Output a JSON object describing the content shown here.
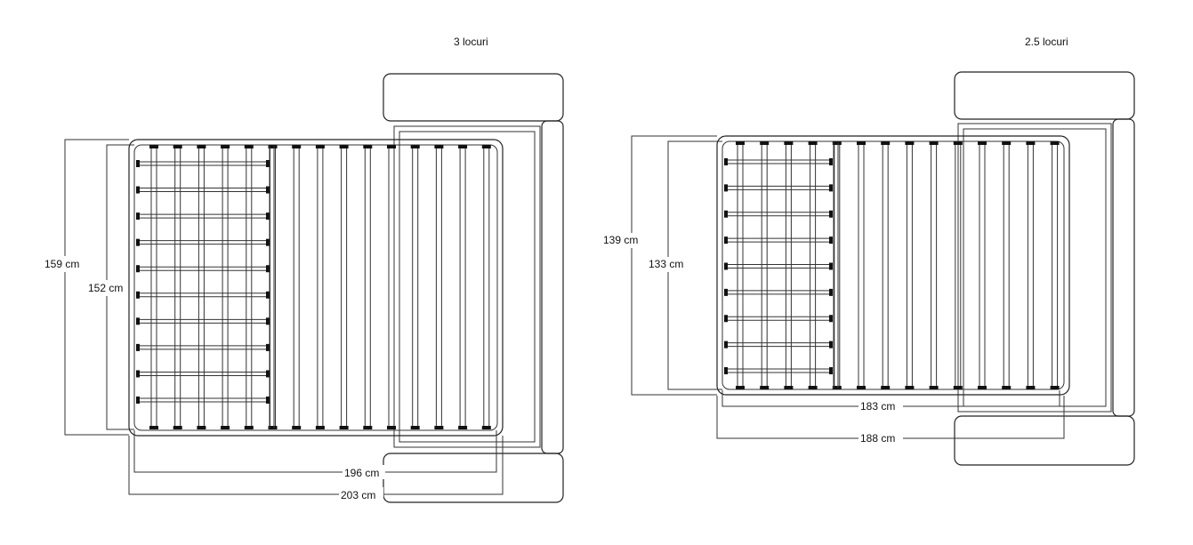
{
  "sofas": [
    {
      "title": "3 locuri",
      "dimensions": {
        "outer_depth": "159 cm",
        "inner_depth": "152 cm",
        "inner_length": "196 cm",
        "outer_length": "203 cm"
      }
    },
    {
      "title": "2.5 locuri",
      "dimensions": {
        "outer_depth": "139 cm",
        "inner_depth": "133 cm",
        "inner_length": "183 cm",
        "outer_length": "188 cm"
      }
    }
  ],
  "colors": {
    "line": "#222222",
    "slat_cap": "#111111",
    "background": "#ffffff"
  }
}
